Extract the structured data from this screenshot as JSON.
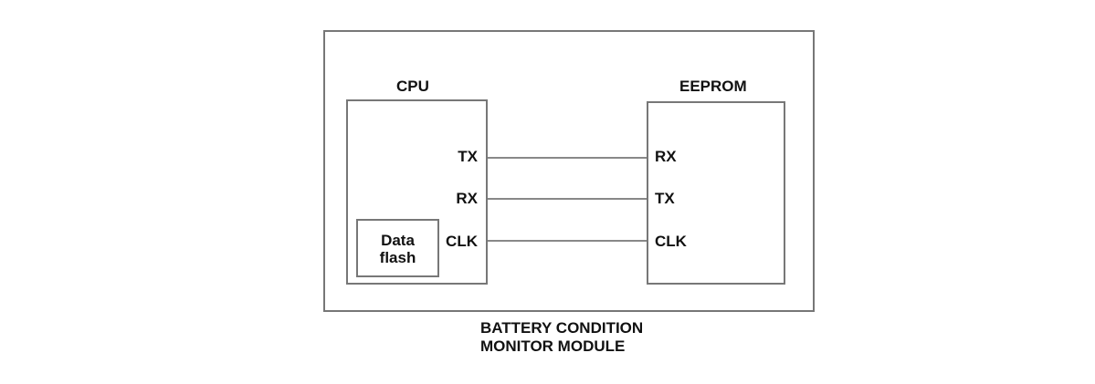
{
  "cpu": {
    "title": "CPU",
    "pins": {
      "tx": "TX",
      "rx": "RX",
      "clk": "CLK"
    },
    "data_flash": {
      "line1": "Data",
      "line2": "flash"
    }
  },
  "eeprom": {
    "title": "EEPROM",
    "pins": {
      "rx": "RX",
      "tx": "TX",
      "clk": "CLK"
    }
  },
  "module": {
    "caption_line1": "BATTERY CONDITION",
    "caption_line2": "MONITOR MODULE"
  },
  "colors": {
    "outline": "#777777",
    "wire": "#888888",
    "text": "#111111"
  }
}
